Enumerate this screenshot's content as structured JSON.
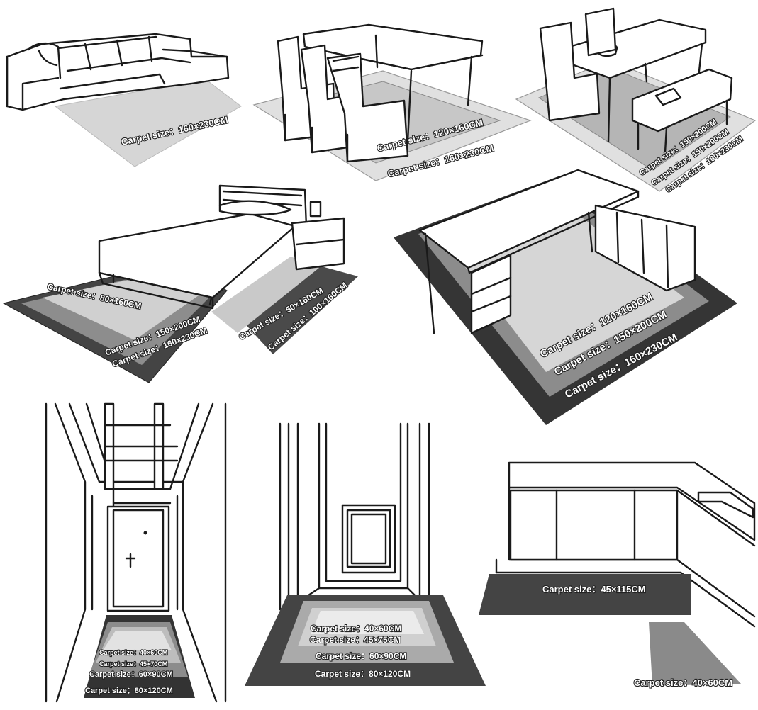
{
  "colors": {
    "rug_light": "#d6d6d6",
    "rug_mid": "#a9a9a9",
    "rug_gray": "#8a8a8a",
    "rug_dark": "#4a4a4a",
    "rug_darkest": "#333333",
    "line": "#1a1a1a"
  },
  "scenes": {
    "sofa": {
      "labels": [
        {
          "text": "Carpet size：160×230CM"
        }
      ]
    },
    "dining": {
      "labels": [
        {
          "text": "Carpet size：120×160CM"
        },
        {
          "text": "Carpet size：160×230CM"
        }
      ]
    },
    "bench": {
      "labels": [
        {
          "text": "Carpet size：150×200CM"
        },
        {
          "text": "Carpet size：150×200CM"
        },
        {
          "text": "Carpet size：160×230CM"
        }
      ]
    },
    "bedroom": {
      "labels": [
        {
          "text": "Carpet size：80×160CM"
        },
        {
          "text": "Carpet size：150×200CM"
        },
        {
          "text": "Carpet size：160×230CM"
        },
        {
          "text": "Carpet size：50×160CM"
        },
        {
          "text": "Carpet size：100×160CM"
        }
      ]
    },
    "office": {
      "labels": [
        {
          "text": "Carpet size：120×160CM"
        },
        {
          "text": "Carpet size：150×200CM"
        },
        {
          "text": "Carpet size：160×230CM"
        }
      ]
    },
    "hallway": {
      "labels": [
        {
          "text": "Carpet size：40×60CM"
        },
        {
          "text": "Carpet size：45×70CM"
        },
        {
          "text": "Carpet size：60×90CM"
        },
        {
          "text": "Carpet size：80×120CM"
        }
      ]
    },
    "entrance": {
      "labels": [
        {
          "text": "Carpet size：40×60CM"
        },
        {
          "text": "Carpet size：45×75CM"
        },
        {
          "text": "Carpet size：60×90CM"
        },
        {
          "text": "Carpet size：80×120CM"
        }
      ]
    },
    "kitchen": {
      "labels": [
        {
          "text": "Carpet size：45×115CM"
        },
        {
          "text": "Carpet size：40×60CM"
        }
      ]
    }
  }
}
